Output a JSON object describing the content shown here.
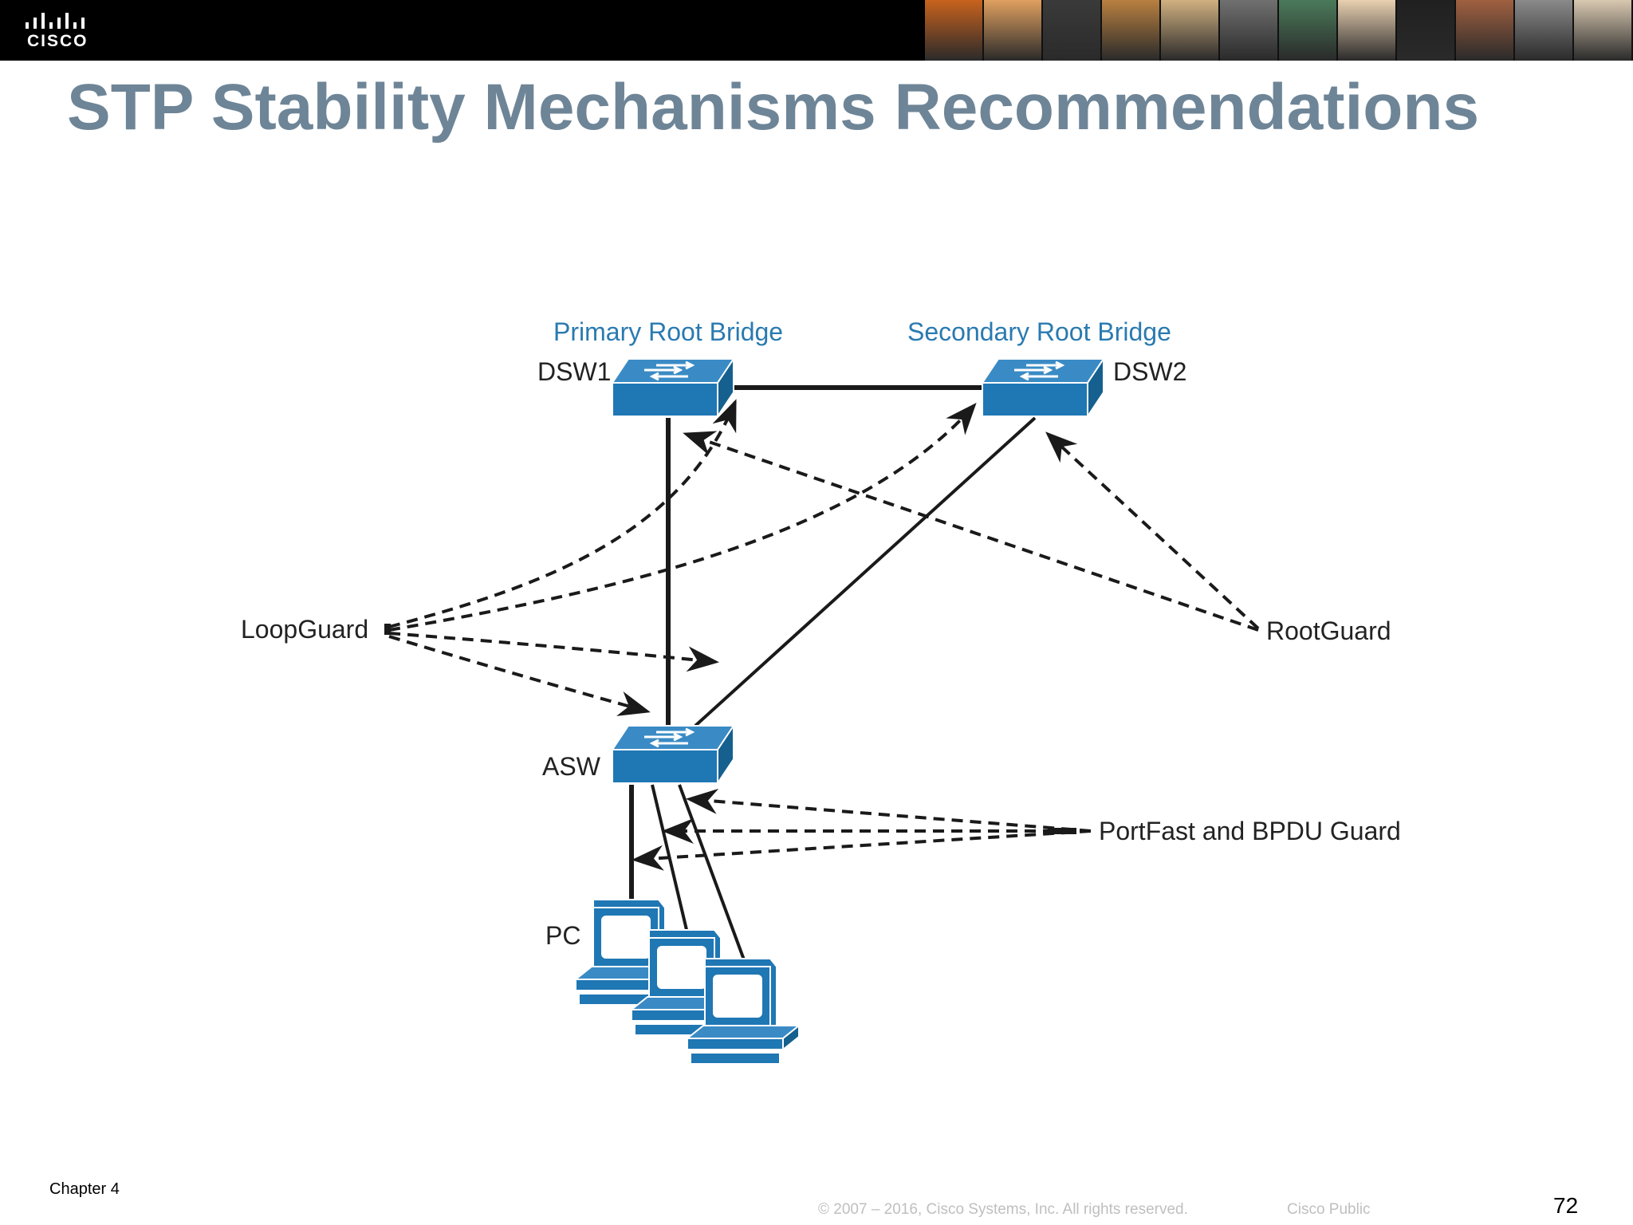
{
  "header": {
    "logo_text": "CISCO",
    "logo_icon": "cisco-bridge-logo-icon",
    "photo_strip_icon": "people-photo-strip-icon",
    "photo_colors": [
      "#c8621e",
      "#e0a060",
      "#3a3a3a",
      "#b88040",
      "#d0b080",
      "#707070",
      "#4a7a5a",
      "#e8d0b0",
      "#202020",
      "#a06040",
      "#8a8a8a",
      "#d8c8b0"
    ]
  },
  "slide": {
    "title": "STP Stability Mechanisms Recommendations"
  },
  "diagram": {
    "primary_root_label": "Primary Root Bridge",
    "secondary_root_label": "Secondary Root Bridge",
    "dsw1_label": "DSW1",
    "dsw2_label": "DSW2",
    "asw_label": "ASW",
    "pc_label": "PC",
    "loopguard_label": "LoopGuard",
    "rootguard_label": "RootGuard",
    "portfast_label": "PortFast and BPDU Guard",
    "switch_icon": "switch-icon",
    "pc_icon": "pc-icon",
    "colors": {
      "device_blue": "#1f77b4",
      "label_blue": "#2a7ab0",
      "line": "#1a1a1a"
    }
  },
  "footer": {
    "chapter": "Chapter 4",
    "copyright": "© 2007 – 2016, Cisco Systems, Inc. All rights reserved.",
    "classification": "Cisco Public",
    "page_number": "72"
  }
}
